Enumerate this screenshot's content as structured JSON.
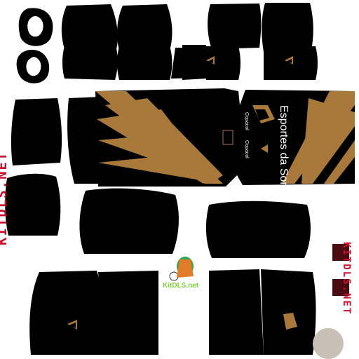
{
  "watermarks": {
    "left": "KITDLS.NET",
    "right": "KITDLS.NET",
    "center_logo": "KitDLS.net"
  },
  "sponsors": {
    "main": "Esportes da Sorte",
    "secondary": "Copacol",
    "secondary_2": "Copacol"
  },
  "colors": {
    "panel": "#000000",
    "accent": "#a8793a",
    "watermark": "#c8102e",
    "swatch_maroon": "#4a0b13",
    "swatch_grey": "#c8c0b4"
  }
}
